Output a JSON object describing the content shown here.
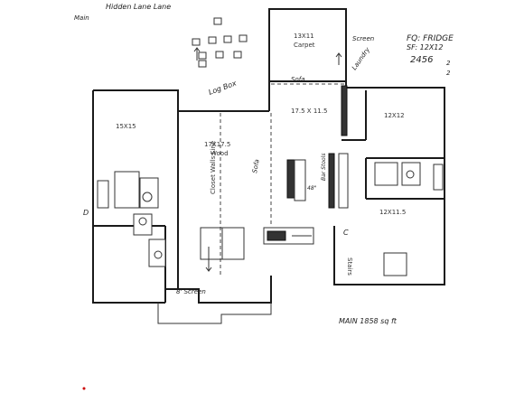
{
  "header": {
    "line1": "Hidden Lane Lane",
    "line2": "Main"
  },
  "notes": {
    "fq_line1": "FQ: FRIDGE",
    "fq_line2": "SF: 12X12",
    "fq_number": "2456",
    "fq_sup": "2",
    "fq_sub": "2",
    "bottom_right": "MAIN 1858 sq ft"
  },
  "rooms": {
    "bedroom_left": "15X15",
    "great_room": "17X17.5",
    "great_room_sub": "Wood",
    "bedroom_top": "13X11",
    "bedroom_top_sub": "Carpet",
    "kitchen": "17.5 X 11.5",
    "bedroom_right": "12X12",
    "bedroom_lower_right": "12X11.5",
    "stairs": "Stairs",
    "closet_line": "Closet Walls Line"
  },
  "annotations": {
    "laundry": "Laundry",
    "sofa": "Sofa",
    "sofa2": "Sofa",
    "bar": "Bar Stools",
    "log_box": "Log Box",
    "range": "48\"",
    "screen": "Screen",
    "step": "8' Screen",
    "door_label": "D",
    "c_label": "C"
  },
  "colors": {
    "line": "#1a1a1a",
    "marker": "#cc0000"
  }
}
